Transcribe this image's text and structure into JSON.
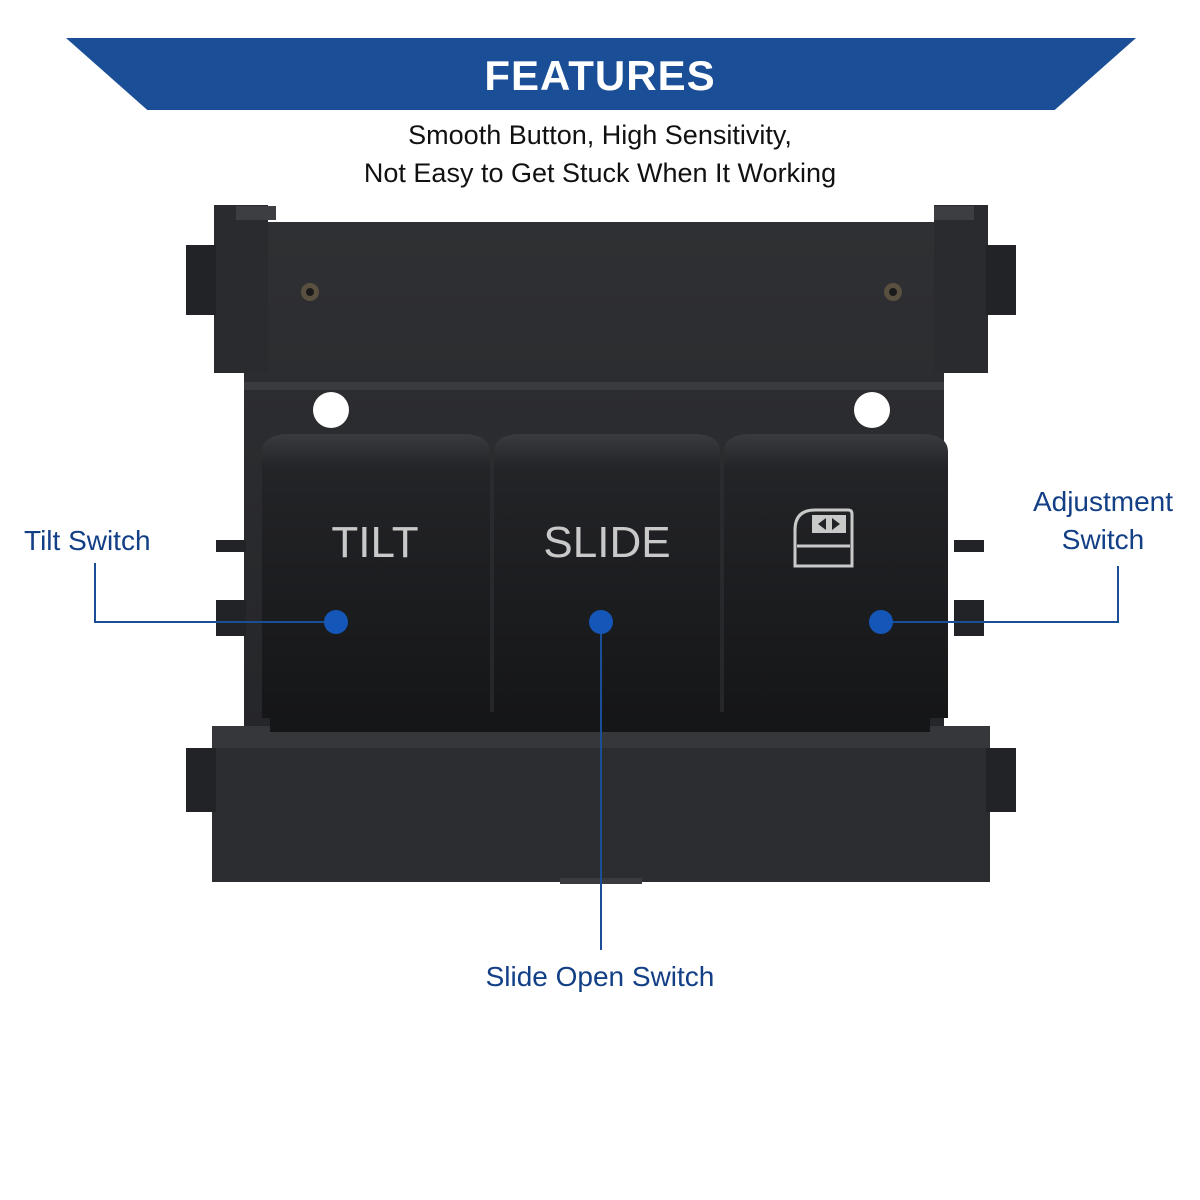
{
  "banner": {
    "title": "FEATURES"
  },
  "subtitle": {
    "line1": "Smooth Button, High Sensitivity,",
    "line2": "Not Easy to Get Stuck When It Working"
  },
  "buttons": [
    {
      "key_label": "TILT",
      "callout": "Tilt Switch"
    },
    {
      "key_label": "SLIDE",
      "callout": "Slide Open Switch"
    },
    {
      "key_icon": "window-arrows-icon",
      "callout_line1": "Adjustment",
      "callout_line2": "Switch"
    }
  ],
  "colors": {
    "brand_blue": "#1a4e96",
    "callout_text": "#123f86",
    "marker_dot": "#1557b8",
    "housing": "#2b2c2f",
    "key_face": "#1d1e21",
    "key_text": "#c9c9c9"
  }
}
